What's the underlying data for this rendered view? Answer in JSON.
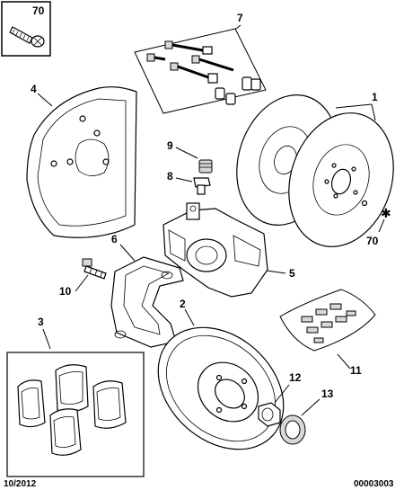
{
  "callouts": {
    "c1": "1",
    "c2": "2",
    "c3": "3",
    "c4": "4",
    "c5": "5",
    "c6": "6",
    "c7": "7",
    "c8": "8",
    "c9": "9",
    "c10": "10",
    "c11": "11",
    "c12": "12",
    "c13": "13",
    "c70_box": "70",
    "c70_disc": "70"
  },
  "footer": {
    "date": "10/2012",
    "ref": "00003003"
  },
  "marker_symbol": "✱"
}
